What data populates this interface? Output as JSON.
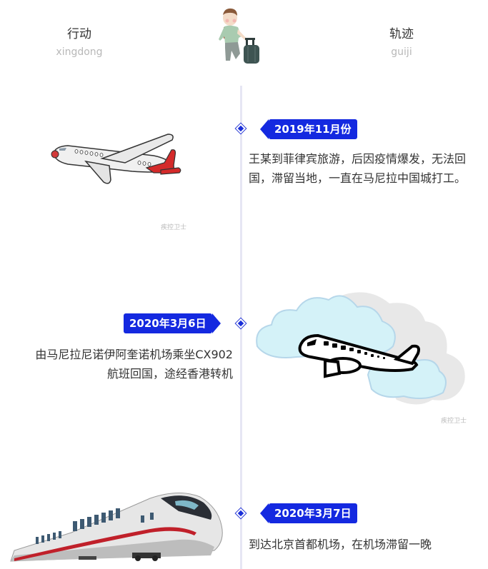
{
  "header": {
    "left": {
      "title": "行动",
      "subtitle": "xingdong"
    },
    "right": {
      "title": "轨迹",
      "subtitle": "guiji"
    },
    "center_illustration": "traveler-with-suitcase"
  },
  "colors": {
    "badge": "#1429e0",
    "timeline_line": "#e6e6f4",
    "marker": "#1a2fd9"
  },
  "events": [
    {
      "date": "2019年11月份",
      "description": "王某到菲律宾旅游，后因疫情爆发，无法回国，滞留当地，一直在马尼拉中国城打工。",
      "side": "right",
      "illustration": "red-tail-airplane",
      "watermark": "疾控卫士"
    },
    {
      "date": "2020年3月6日",
      "description_lines": [
        "由马尼拉尼诺伊阿奎诺机场乘坐CX902",
        "航班回国，途经香港转机"
      ],
      "side": "left",
      "illustration": "airplane-in-clouds",
      "watermark": "疾控卫士"
    },
    {
      "date": "2020年3月7日",
      "description": "到达北京首都机场，在机场滞留一晚",
      "side": "right",
      "illustration": "high-speed-train"
    }
  ]
}
